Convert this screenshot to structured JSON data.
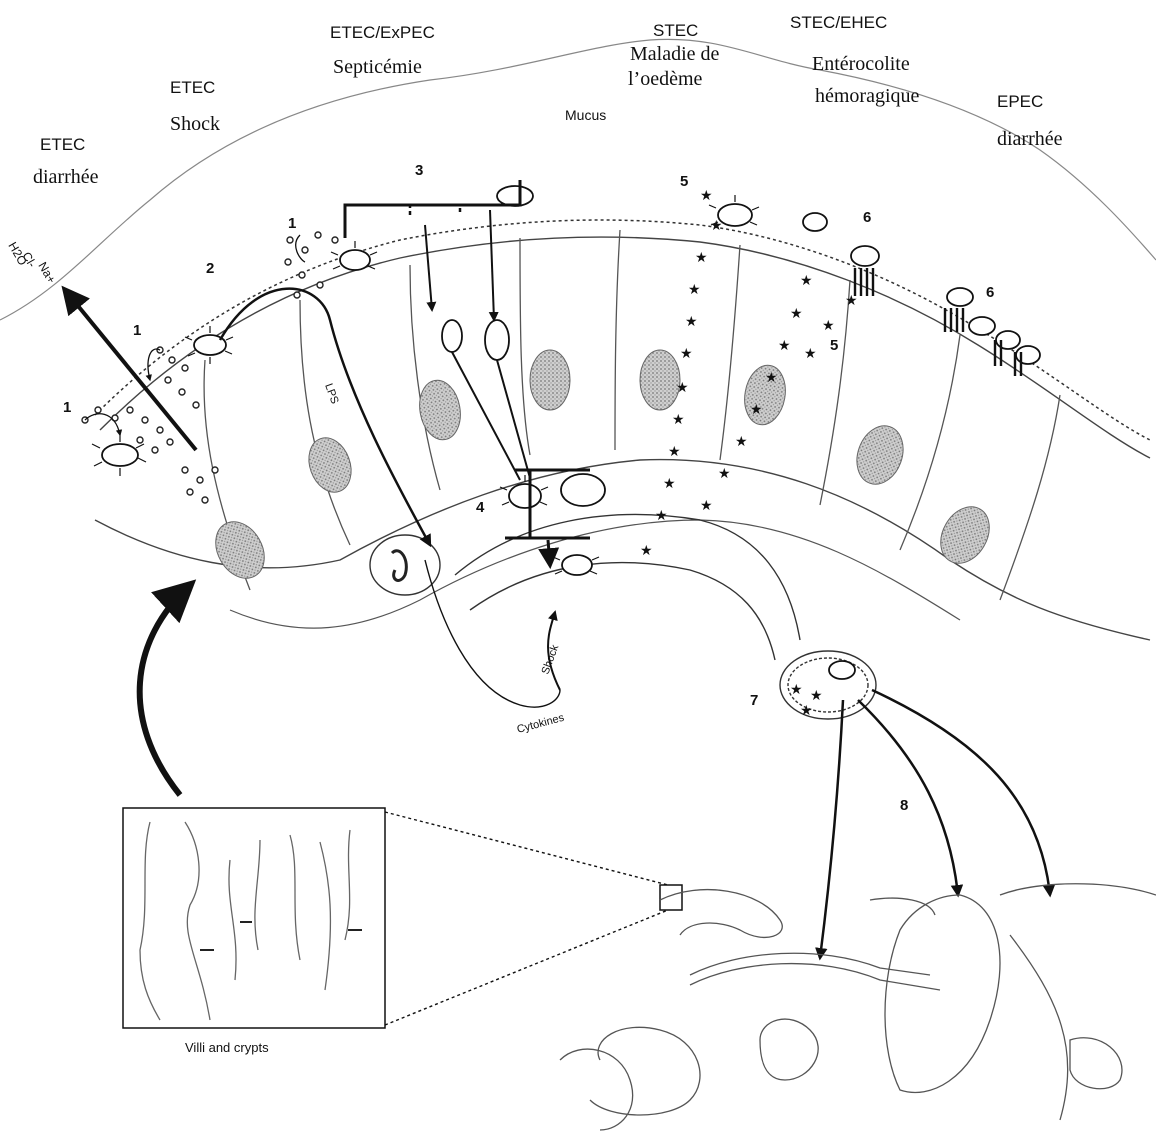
{
  "pathotypes": [
    {
      "code": "ETEC",
      "disease": "diarrhée"
    },
    {
      "code": "ETEC",
      "disease": "Shock"
    },
    {
      "code": "ETEC/ExPEC",
      "disease": "Septicémie"
    },
    {
      "code": "STEC",
      "disease_line1": "Maladie de",
      "disease_line2": "l’oedème"
    },
    {
      "code": "STEC/EHEC",
      "disease_line1": "Entérocolite",
      "disease_line2": "hémoragique"
    },
    {
      "code": "EPEC",
      "disease": "diarrhée"
    }
  ],
  "labels": {
    "mucus": "Mucus",
    "h2o": "H2O",
    "cl": "Cl-",
    "na": "Na+",
    "lps": "LPS",
    "shock": "Shock",
    "cytokines": "Cytokines",
    "inset_caption": "Villi and crypts"
  },
  "step_numbers": [
    "1",
    "1",
    "1",
    "2",
    "3",
    "4",
    "5",
    "5",
    "6",
    "6",
    "7",
    "8"
  ]
}
